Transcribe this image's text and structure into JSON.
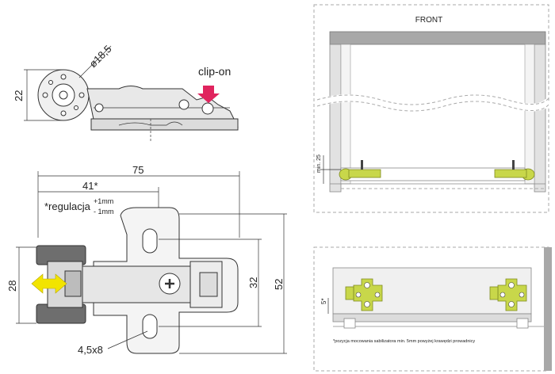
{
  "top_view": {
    "label_diameter": "ø18,5",
    "label_height": "22",
    "label_clip": "clip-on"
  },
  "plan_view": {
    "label_width_total": "75",
    "label_width_adjust": "41*",
    "label_regulation": "*regulacja",
    "label_plus": "+1mm",
    "label_minus": "- 1mm",
    "label_left_height": "28",
    "label_inner_height": "32",
    "label_total_height": "52",
    "label_slot": "4,5x8"
  },
  "front_panel": {
    "label_front": "FRONT",
    "label_min": "min. 25"
  },
  "bottom_panel": {
    "label_five": "5*",
    "footnote": "*pozycja mocowania sabilizatora min. 5mm powyżej krawędzi prowadnicy"
  },
  "colors": {
    "accent_green": "#c8d74a",
    "arrow_yellow": "#f2e400",
    "clip_red": "#e0245e",
    "panel_gray": "#a8a8a8"
  }
}
